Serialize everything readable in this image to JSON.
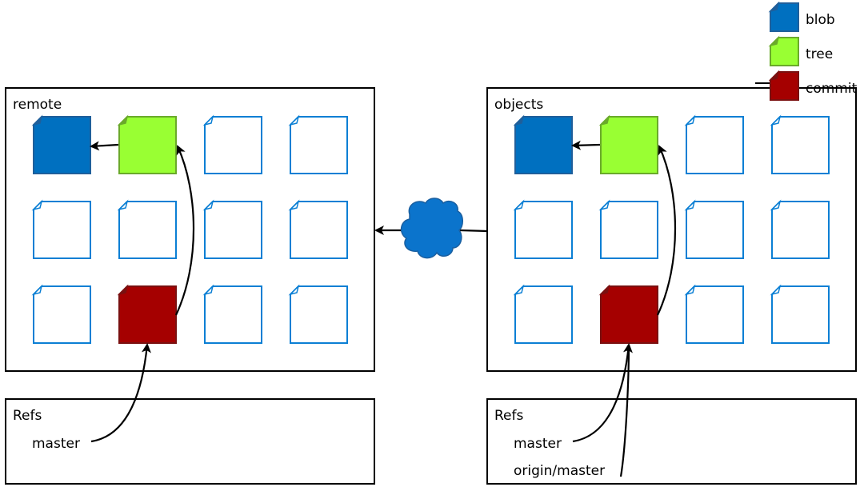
{
  "legend": [
    {
      "label": "blob",
      "kind": "blob"
    },
    {
      "label": "tree",
      "kind": "tree"
    },
    {
      "label": "commit",
      "kind": "commit"
    }
  ],
  "colors": {
    "blob_fill": "#0070c0",
    "blob_stroke": "#1f5f9b",
    "tree_fill": "#99ff33",
    "tree_stroke": "#6aaa2a",
    "commit_fill": "#a50000",
    "commit_stroke": "#7a1010",
    "empty_stroke": "#0b7fd4",
    "network": "#0b74cc"
  },
  "left": {
    "store_title": "remote",
    "refs_title": "Refs",
    "refs": [
      "master"
    ],
    "grid": [
      [
        "blob",
        "tree",
        "empty",
        "empty"
      ],
      [
        "empty",
        "empty",
        "empty",
        "empty"
      ],
      [
        "empty",
        "commit",
        "empty",
        "empty"
      ]
    ]
  },
  "right": {
    "store_title": "objects",
    "refs_title": "Refs",
    "refs": [
      "master",
      "origin/master"
    ],
    "grid": [
      [
        "blob",
        "tree",
        "empty",
        "empty"
      ],
      [
        "empty",
        "empty",
        "empty",
        "empty"
      ],
      [
        "empty",
        "commit",
        "empty",
        "empty"
      ]
    ]
  },
  "network": {
    "icon": "cloud-icon",
    "direction": "right-to-left"
  }
}
